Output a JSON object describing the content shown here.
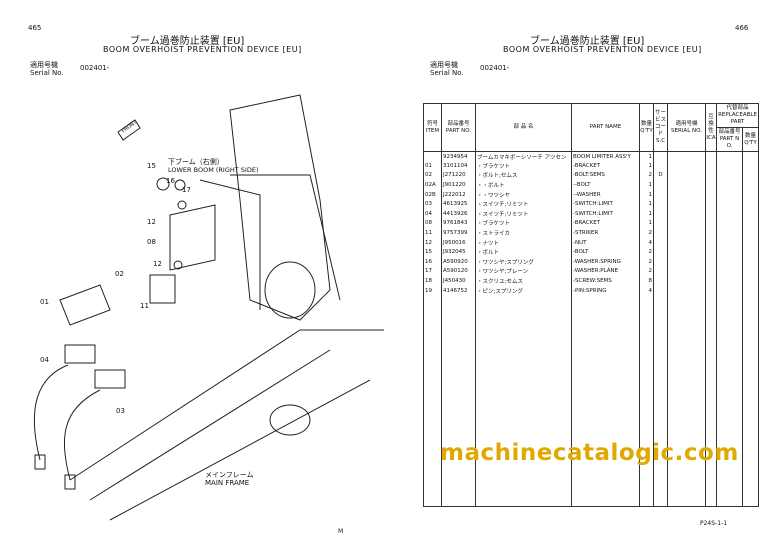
{
  "left": {
    "page_number": "465",
    "title_jp": "ブーム過巻防止装置 [EU]",
    "title_en": "BOOM OVERHOIST PREVENTION DEVICE [EU]",
    "serial_label_jp": "適用号機",
    "serial_label_en": "Serial No.",
    "serial_value": "002401-",
    "diagram": {
      "front_label": "FRONT",
      "lower_boom_jp": "下ブーム（右側）",
      "lower_boom_en": "LOWER BOOM (RIGHT SIDE)",
      "main_frame_jp": "メインフレーム",
      "main_frame_en": "MAIN FRAME",
      "callouts": [
        "15",
        "16",
        "17",
        "12",
        "08",
        "02",
        "12",
        "11",
        "01",
        "04",
        "03"
      ],
      "footer_mark": "M"
    }
  },
  "right": {
    "page_number": "466",
    "title_jp": "ブーム過巻防止装置 [EU]",
    "title_en": "BOOM OVERHOIST PREVENTION DEVICE [EU]",
    "serial_label_jp": "適用号機",
    "serial_label_en": "Serial No.",
    "serial_value": "002401-",
    "footer_code": "P24S-1-1",
    "headers": {
      "item_jp": "符号",
      "item_en": "ITEM",
      "partno_jp": "部品番号",
      "partno_en": "PART NO.",
      "name_jp": "部 品 名",
      "name_en": "PART NAME",
      "qty_jp": "数量",
      "qty_en": "Q'TY",
      "sc_jp": "サービスコード",
      "sc_en": "S.C",
      "serial_jp": "適用号機",
      "serial_en": "SERIAL NO.",
      "interch": "互換性",
      "ica": "ICA",
      "repl_jp": "代替部品",
      "repl_en": "REPLACEABLE PART",
      "repl_partno": "部品番号 PART NO.",
      "repl_qty": "数量 Q'TY"
    },
    "rows": [
      {
        "item": "",
        "part_no": "9234954",
        "name_jp": "ブームカマキボーシソーチ アツセン",
        "name_en": "BOOM LIMITER ASS'Y",
        "qty": "1",
        "sc": ""
      },
      {
        "item": "01",
        "part_no": "3101104",
        "name_jp": "・ブラケツト",
        "name_en": "-BRACKET",
        "qty": "1",
        "sc": ""
      },
      {
        "item": "02",
        "part_no": "J271220",
        "name_jp": "・ボルト;セムス",
        "name_en": "-BOLT:SEMS",
        "qty": "2",
        "sc": "D"
      },
      {
        "item": "02A",
        "part_no": "J901220",
        "name_jp": "・・ボルト",
        "name_en": "--BOLT",
        "qty": "1",
        "sc": ""
      },
      {
        "item": "02B",
        "part_no": "J222012",
        "name_jp": "・・ワツシヤ",
        "name_en": "--WASHER",
        "qty": "1",
        "sc": ""
      },
      {
        "item": "03",
        "part_no": "4613925",
        "name_jp": "・スイツチ;リミツト",
        "name_en": "-SWITCH:LIMIT",
        "qty": "1",
        "sc": ""
      },
      {
        "item": "04",
        "part_no": "4413926",
        "name_jp": "・スイツチ;リミツト",
        "name_en": "-SWITCH:LIMIT",
        "qty": "1",
        "sc": ""
      },
      {
        "item": "08",
        "part_no": "9761843",
        "name_jp": "・ブラケツト",
        "name_en": "-BRACKET",
        "qty": "1",
        "sc": ""
      },
      {
        "item": "11",
        "part_no": "9757399",
        "name_jp": "・ストライカ",
        "name_en": "-STRIKER",
        "qty": "2",
        "sc": ""
      },
      {
        "item": "12",
        "part_no": "J950016",
        "name_jp": "・ナツト",
        "name_en": "-NUT",
        "qty": "4",
        "sc": ""
      },
      {
        "item": "15",
        "part_no": "J932045",
        "name_jp": "・ボルト",
        "name_en": "-BOLT",
        "qty": "2",
        "sc": ""
      },
      {
        "item": "16",
        "part_no": "A590920",
        "name_jp": "・ワツシヤ;スプリング",
        "name_en": "-WASHER:SPRING",
        "qty": "2",
        "sc": ""
      },
      {
        "item": "17",
        "part_no": "A590120",
        "name_jp": "・ワツシヤ;プレーン",
        "name_en": "-WASHER:PLANE",
        "qty": "2",
        "sc": ""
      },
      {
        "item": "18",
        "part_no": "J450430",
        "name_jp": "・スクリユ;セムス",
        "name_en": "-SCREW:SEMS",
        "qty": "8",
        "sc": ""
      },
      {
        "item": "19",
        "part_no": "4146752",
        "name_jp": "・ピン;スプリング",
        "name_en": "-PIN:SPRING",
        "qty": "4",
        "sc": ""
      }
    ]
  },
  "watermark": "machinecatalogic.com"
}
